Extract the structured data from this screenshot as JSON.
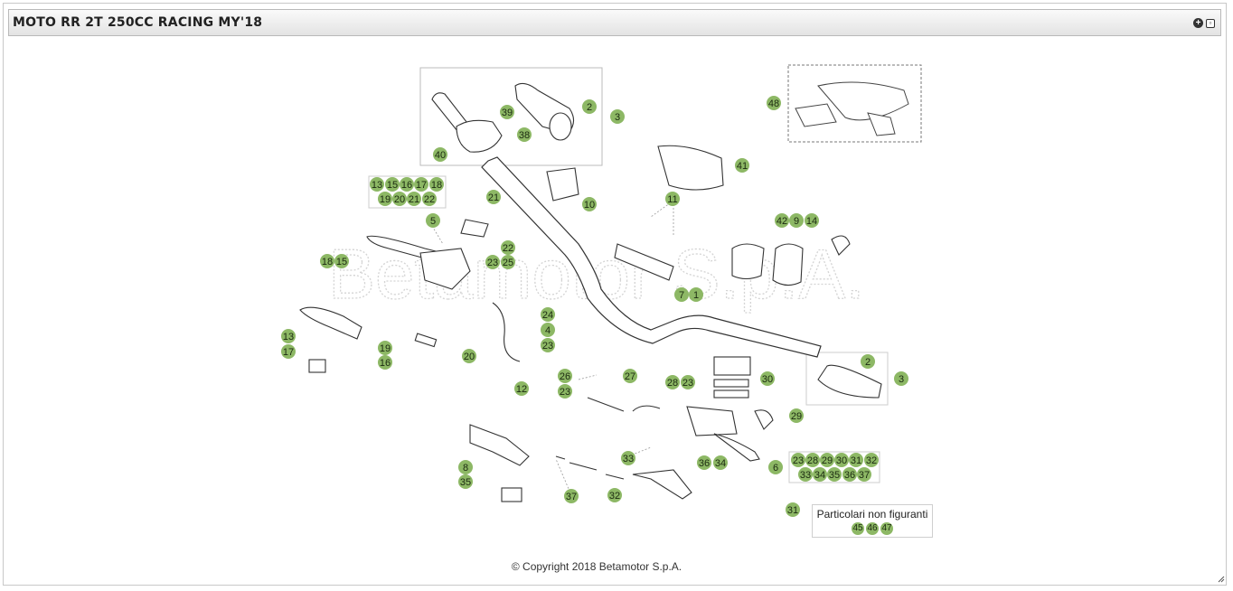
{
  "header": {
    "title": "MOTO RR 2T 250CC RACING MY'18",
    "zoom_icon": "zoom-in-icon",
    "popup_icon": "popup-window-icon"
  },
  "diagram": {
    "watermark": "Betamotor S.p.A.",
    "callouts": [
      {
        "n": "39"
      },
      {
        "n": "38"
      },
      {
        "n": "40"
      },
      {
        "n": "2"
      },
      {
        "n": "3"
      },
      {
        "n": "48"
      },
      {
        "n": "13"
      },
      {
        "n": "15"
      },
      {
        "n": "16"
      },
      {
        "n": "17"
      },
      {
        "n": "18"
      },
      {
        "n": "19"
      },
      {
        "n": "20"
      },
      {
        "n": "21"
      },
      {
        "n": "22"
      },
      {
        "n": "21"
      },
      {
        "n": "10"
      },
      {
        "n": "41"
      },
      {
        "n": "11"
      },
      {
        "n": "5"
      },
      {
        "n": "22"
      },
      {
        "n": "23"
      },
      {
        "n": "25"
      },
      {
        "n": "18"
      },
      {
        "n": "15"
      },
      {
        "n": "42"
      },
      {
        "n": "9"
      },
      {
        "n": "14"
      },
      {
        "n": "7"
      },
      {
        "n": "1"
      },
      {
        "n": "24"
      },
      {
        "n": "4"
      },
      {
        "n": "23"
      },
      {
        "n": "13"
      },
      {
        "n": "17"
      },
      {
        "n": "19"
      },
      {
        "n": "16"
      },
      {
        "n": "20"
      },
      {
        "n": "2"
      },
      {
        "n": "3"
      },
      {
        "n": "30"
      },
      {
        "n": "26"
      },
      {
        "n": "27"
      },
      {
        "n": "23"
      },
      {
        "n": "28"
      },
      {
        "n": "23"
      },
      {
        "n": "12"
      },
      {
        "n": "29"
      },
      {
        "n": "23"
      },
      {
        "n": "28"
      },
      {
        "n": "29"
      },
      {
        "n": "30"
      },
      {
        "n": "31"
      },
      {
        "n": "32"
      },
      {
        "n": "33"
      },
      {
        "n": "34"
      },
      {
        "n": "35"
      },
      {
        "n": "36"
      },
      {
        "n": "37"
      },
      {
        "n": "8"
      },
      {
        "n": "35"
      },
      {
        "n": "33"
      },
      {
        "n": "36"
      },
      {
        "n": "34"
      },
      {
        "n": "6"
      },
      {
        "n": "37"
      },
      {
        "n": "32"
      },
      {
        "n": "31"
      }
    ]
  },
  "legend": {
    "title": "Particolari non figuranti",
    "numbers": [
      "45",
      "46",
      "47"
    ]
  },
  "footer": {
    "copyright": "© Copyright 2018 Betamotor S.p.A."
  },
  "colors": {
    "callout_fill": "#8db865",
    "header_border": "#b9b9b9"
  }
}
